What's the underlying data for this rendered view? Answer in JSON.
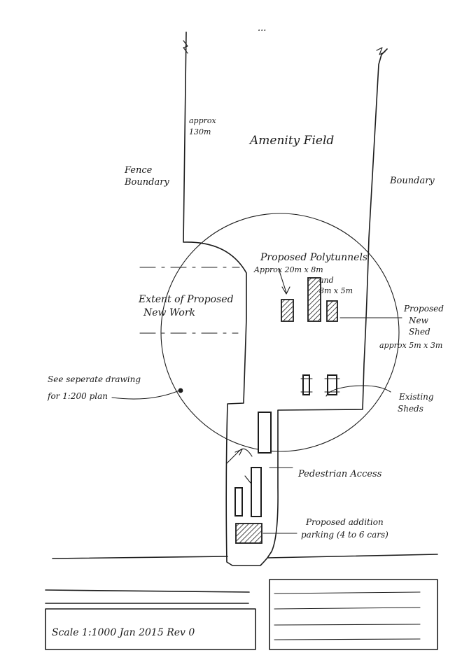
{
  "labels": {
    "top_partial": "...",
    "approx_dim_line1": "approx",
    "approx_dim_line2": "130m",
    "amenity_field": "Amenity Field",
    "fence_line1": "Fence",
    "fence_line2": "Boundary",
    "boundary_right": "Boundary",
    "polytunnels_title": "Proposed Polytunnels",
    "polytunnels_line2": "Approx 20m x 8m",
    "polytunnels_line3": "and",
    "polytunnels_line4": "8m x 5m",
    "extent_line1": "Extent of Proposed",
    "extent_line2": "New Work",
    "new_shed_line1": "Proposed",
    "new_shed_line2": "New",
    "new_shed_line3": "Shed",
    "new_shed_size": "approx 5m x 3m",
    "see_separate_line1": "See seperate drawing",
    "see_separate_line2": "for 1:200 plan",
    "existing_sheds_line1": "Existing",
    "existing_sheds_line2": "Sheds",
    "pedestrian_access": "Pedestrian Access",
    "parking_line1": "Proposed addition",
    "parking_line2": "parking (4 to 6 cars)",
    "title_block": "Scale 1:1000 Jan 2015 Rev 0"
  }
}
